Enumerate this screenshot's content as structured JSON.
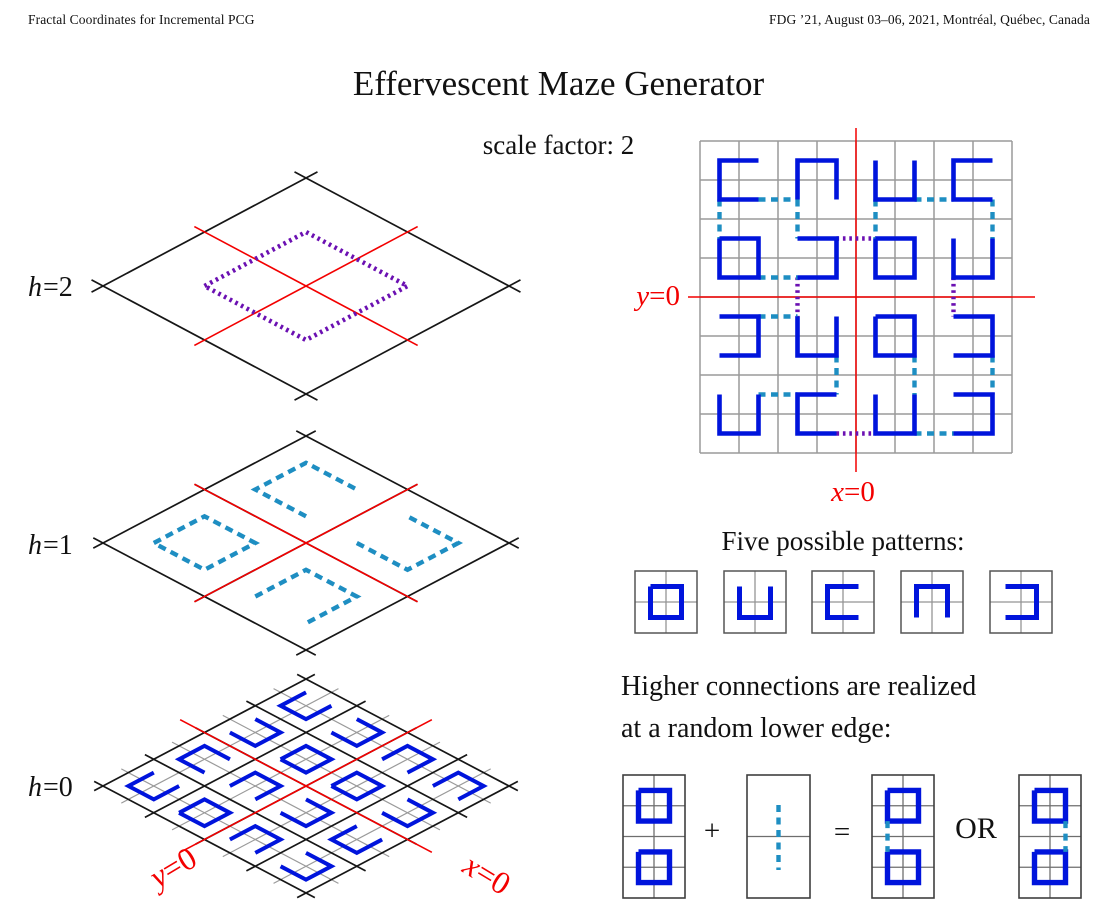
{
  "header": {
    "left": "Fractal Coordinates for Incremental PCG",
    "right": "FDG ’21, August 03–06, 2021, Montréal, Québec, Canada"
  },
  "title": "Effervescent Maze Generator",
  "subtitle": "scale factor: 2",
  "colors": {
    "blue": "#0014dc",
    "teal": "#1e8ec2",
    "purple": "#6b10b2",
    "red": "#f30000",
    "maze_grid_gray": "#9a9a9a",
    "iso_black": "#161616",
    "iso_subgrid_gray": "#9a9a9a",
    "thumb_border": "#555555",
    "thumb_inner": "#949494",
    "eq_border": "#3f3f3f",
    "eq_inner": "#6e6e6e",
    "text": "#111111"
  },
  "pattern_defs": {
    "O": [
      [
        0,
        0
      ],
      [
        1,
        0
      ],
      [
        1,
        1
      ],
      [
        0,
        1
      ],
      [
        0,
        0
      ]
    ],
    "U": [
      [
        0,
        0
      ],
      [
        0,
        1
      ],
      [
        1,
        1
      ],
      [
        1,
        0
      ]
    ],
    "C": [
      [
        1,
        0
      ],
      [
        0,
        0
      ],
      [
        0,
        1
      ],
      [
        1,
        1
      ]
    ],
    "n": [
      [
        0,
        1
      ],
      [
        0,
        0
      ],
      [
        1,
        0
      ],
      [
        1,
        1
      ]
    ],
    "D": [
      [
        0,
        0
      ],
      [
        1,
        0
      ],
      [
        1,
        1
      ],
      [
        0,
        1
      ]
    ]
  },
  "pattern_names": {
    "O": "closed-box",
    "U": "open-top",
    "C": "open-right",
    "n": "open-bottom",
    "D": "open-left"
  },
  "labels": {
    "h2": {
      "var": "h",
      "eq": "=2"
    },
    "h1": {
      "var": "h",
      "eq": "=1"
    },
    "h0": {
      "var": "h",
      "eq": "=0"
    },
    "maze_y": {
      "var": "y",
      "eq": "=0"
    },
    "maze_x": {
      "var": "x",
      "eq": "=0"
    },
    "iso_y": {
      "var": "y",
      "eq": "=0"
    },
    "iso_x": {
      "var": "x",
      "eq": "=0"
    }
  },
  "iso": {
    "h2": {
      "tiles": [
        [
          "O"
        ]
      ]
    },
    "h1": {
      "tiles": [
        [
          "O",
          "n"
        ],
        [
          "D",
          "U"
        ]
      ]
    },
    "h0": {
      "tiles": [
        [
          "C",
          "n",
          "U",
          "C"
        ],
        [
          "O",
          "D",
          "O",
          "U"
        ],
        [
          "D",
          "U",
          "O",
          "D"
        ],
        [
          "U",
          "C",
          "U",
          "D"
        ]
      ]
    }
  },
  "maze": {
    "tiles": [
      [
        "C",
        "n",
        "U",
        "C"
      ],
      [
        "O",
        "D",
        "O",
        "U"
      ],
      [
        "D",
        "U",
        "O",
        "D"
      ],
      [
        "U",
        "C",
        "U",
        "D"
      ]
    ],
    "teal_connections": [
      [
        0.5,
        1.5,
        0.5,
        2.5
      ],
      [
        1.5,
        1.5,
        2.5,
        1.5
      ],
      [
        2.5,
        1.5,
        2.5,
        2.5
      ],
      [
        1.5,
        3.5,
        2.5,
        3.5
      ],
      [
        5.5,
        1.5,
        6.5,
        1.5
      ],
      [
        4.5,
        1.5,
        4.5,
        2.5
      ],
      [
        7.5,
        1.5,
        7.5,
        2.5
      ],
      [
        1.5,
        4.5,
        2.5,
        4.5
      ],
      [
        1.5,
        6.5,
        2.5,
        6.5
      ],
      [
        3.5,
        5.5,
        3.5,
        6.5
      ],
      [
        5.5,
        5.5,
        5.5,
        6.5
      ],
      [
        7.5,
        5.5,
        7.5,
        6.5
      ],
      [
        5.5,
        7.5,
        6.5,
        7.5
      ]
    ],
    "purple_connections": [
      [
        3.5,
        2.5,
        4.5,
        2.5
      ],
      [
        2.5,
        3.5,
        2.5,
        4.5
      ],
      [
        6.5,
        3.5,
        6.5,
        4.5
      ],
      [
        3.5,
        7.5,
        4.5,
        7.5
      ]
    ]
  },
  "five_patterns": {
    "heading": "Five possible patterns:",
    "order": [
      "O",
      "U",
      "C",
      "n",
      "D"
    ]
  },
  "equation": {
    "line1": "Higher connections are realized",
    "line2": "at a random lower edge:",
    "plus": "+",
    "equals": "=",
    "or": "OR",
    "box_rows": [
      0,
      1
    ],
    "result_left_connector_col": 0.5,
    "result_right_connector_col": 1.5
  }
}
